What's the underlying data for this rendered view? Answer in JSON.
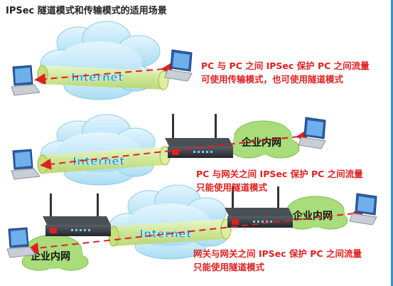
{
  "title": "IPSec 隧道模式和传输模式的适用场景",
  "labels": {
    "internet": "Internet",
    "intranet": "企业内网"
  },
  "captions": {
    "s1_line1": "PC 与 PC 之间 IPSec 保护 PC 之间流量",
    "s1_line2": "可使用传输模式，也可使用隧道模式",
    "s2_line1": "PC 与网关之间 IPSec 保护 PC 之间流量",
    "s2_line2": "只能使用隧道模式",
    "s3_line1": "网关与网关之间 IPSec 保护 PC 之间流量",
    "s3_line2": "只能使用隧道模式"
  },
  "colors": {
    "caption": "#e02020",
    "arrow": "#e02020",
    "cloud": "#bfe6f7",
    "tunnel": "#d9ee9a",
    "intranet": "#a9dc7a",
    "accent_bar": "#3a8fd6"
  },
  "icons": [
    "laptop-icon",
    "router-icon",
    "cloud-icon",
    "tunnel-icon"
  ]
}
